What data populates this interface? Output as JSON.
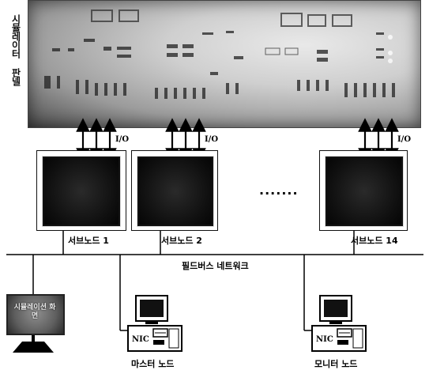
{
  "panel": {
    "label": "시뮬레이터 판넬"
  },
  "io_label": "I/O",
  "nodes": [
    {
      "label": "서브노드 1"
    },
    {
      "label": "서브노드 2"
    },
    {
      "label": "서브노드 14"
    }
  ],
  "ellipsis": "·······",
  "bus": {
    "label": "필드버스 네트워크"
  },
  "simulator_monitor": {
    "label": "시뮬레이션 화면"
  },
  "master": {
    "label": "마스터 노드",
    "nic": "NIC"
  },
  "monitor_node": {
    "label": "모니터 노드",
    "nic": "NIC"
  }
}
